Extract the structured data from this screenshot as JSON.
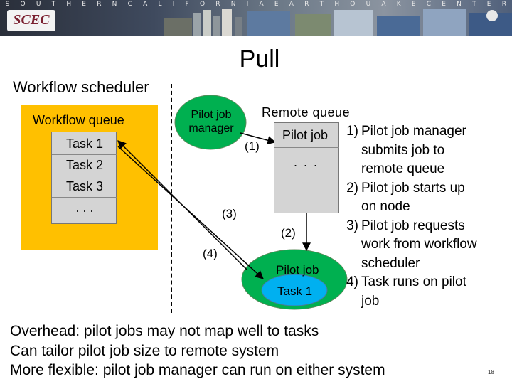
{
  "header": {
    "banner_letters": [
      "S",
      "O",
      "U",
      "T",
      "H",
      "E",
      "R",
      "N",
      "C",
      "A",
      "L",
      "I",
      "F",
      "O",
      "R",
      "N",
      "I",
      "A",
      "E",
      "A",
      "R",
      "T",
      "H",
      "Q",
      "U",
      "A",
      "K",
      "E",
      "C",
      "E",
      "N",
      "T",
      "E",
      "R"
    ],
    "logo_text": "SCEC"
  },
  "title": "Pull",
  "diagram": {
    "workflow_scheduler_label": "Workflow scheduler",
    "workflow_queue_label": "Workflow queue",
    "queue_items": [
      "Task 1",
      "Task 2",
      "Task 3",
      ". . ."
    ],
    "pilot_job_manager_label": [
      "Pilot job",
      "manager"
    ],
    "remote_queue_label": "Remote queue",
    "remote_queue_items": [
      "Pilot job",
      ". . ."
    ],
    "node_pilot_job": "Pilot job",
    "node_task": "Task 1",
    "step_labels": [
      "(1)",
      "(2)",
      "(3)",
      "(4)"
    ],
    "colors": {
      "scheduler_box": "#ffc000",
      "queue_fill": "#d4d4d4",
      "manager_green": "#00b050",
      "task_blue": "#00b0f0"
    }
  },
  "steps": [
    {
      "num": "1)",
      "text": [
        "Pilot job manager",
        "submits job to",
        "remote queue"
      ]
    },
    {
      "num": "2)",
      "text": [
        "Pilot job starts up",
        "on node"
      ]
    },
    {
      "num": "3)",
      "text": [
        "Pilot job requests",
        "work from workflow",
        "scheduler"
      ]
    },
    {
      "num": "4)",
      "text": [
        "Task runs on pilot",
        "job"
      ]
    }
  ],
  "notes": [
    "Overhead: pilot jobs may not map well to tasks",
    "Can tailor pilot job size to remote system",
    "More flexible: pilot job manager can run on either system"
  ],
  "page_number": "18"
}
